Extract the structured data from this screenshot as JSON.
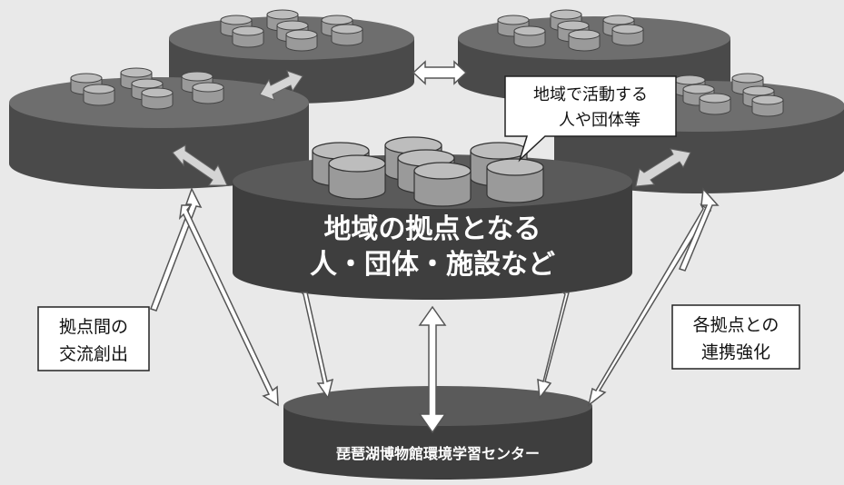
{
  "diagram": {
    "center_node": {
      "line1": "地域の拠点となる",
      "line2": "人・団体・施設など"
    },
    "bottom_node": {
      "label": "琵琶湖博物館環境学習センター"
    },
    "callout": {
      "line1": "地域で活動する",
      "line2": "人や団体等"
    },
    "left_label": {
      "line1": "拠点間の",
      "line2": "交流創出"
    },
    "right_label": {
      "line1": "各拠点との",
      "line2": "連携強化"
    }
  },
  "colors": {
    "background": "#e9e9e9",
    "platform_top": "#6e6e6e",
    "platform_side": "#4a4a4a",
    "center_top": "#5a5a5a",
    "center_side": "#3e3e3e",
    "small_cylinder_top": "#bdbdbd",
    "small_cylinder_body": "#9a9a9a",
    "arrow_fill": "#ffffff",
    "arrow_stroke": "#555555"
  }
}
